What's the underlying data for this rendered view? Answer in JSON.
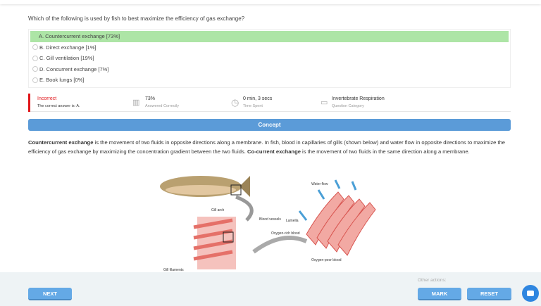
{
  "question": "Which of the following is used by fish to best maximize the efficiency of gas exchange?",
  "choices": [
    {
      "label": "A. Countercurrent exchange [73%]",
      "correct": true
    },
    {
      "label": "B. Direct exchange [1%]",
      "correct": false
    },
    {
      "label": "C. Gill ventilation [19%]",
      "correct": false
    },
    {
      "label": "D. Concurrent exchange [7%]",
      "correct": false
    },
    {
      "label": "E. Book lungs [0%]",
      "correct": false
    }
  ],
  "result": {
    "status": "Incorrect",
    "detail": "The correct answer is: A.",
    "percent": "73%",
    "percent_label": "Answered Correctly",
    "time": "0 min, 3 secs",
    "time_label": "Time Spent",
    "category": "Invertebrate Respiration",
    "category_label": "Question Category"
  },
  "concept": {
    "header": "Concept",
    "term1": "Countercurrent exchange",
    "text1": " is the movement of two fluids in opposite directions along a membrane. In fish, blood in capillaries of gills (shown below) and water flow in opposite directions to maximize the efficiency of gas exchange by maximizing the concentration gradient between the two fluids. ",
    "term2": "Co-current exchange",
    "text2": " is the movement of two fluids in the same direction along a membrane."
  },
  "diagram_labels": {
    "water_flow": "Water flow",
    "gill_arch": "Gill arch",
    "blood_vessels": "Blood vessels",
    "lamella": "Lamella",
    "oxygen_rich": "Oxygen-rich blood",
    "oxygen_poor": "Oxygen-poor blood",
    "gill_filaments": "Gill filaments"
  },
  "footer": {
    "next": "NEXT",
    "other_actions": "Other actions:",
    "mark": "MARK",
    "reset": "RESET"
  },
  "colors": {
    "correct": "#ade5a6",
    "incorrect": "#e0161a",
    "accent": "#5b9bd8"
  }
}
